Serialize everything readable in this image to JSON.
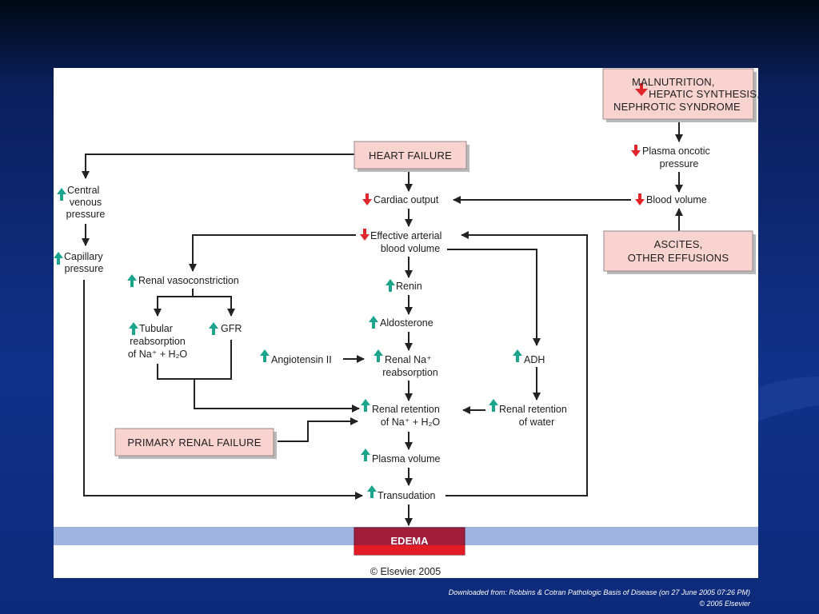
{
  "boxes": {
    "malnutrition_1": "MALNUTRITION,",
    "malnutrition_2": "HEPATIC SYNTHESIS,",
    "malnutrition_3": "NEPHROTIC SYNDROME",
    "heart_failure": "HEART FAILURE",
    "ascites_1": "ASCITES,",
    "ascites_2": "OTHER EFFUSIONS",
    "primary_renal": "PRIMARY RENAL FAILURE",
    "edema": "EDEMA"
  },
  "nodes": {
    "central_1": "Central",
    "central_2": "venous",
    "central_3": "pressure",
    "capillary_1": "Capillary",
    "capillary_2": "pressure",
    "cardiac_output": "Cardiac output",
    "plasma_oncotic_1": "Plasma oncotic",
    "plasma_oncotic_2": "pressure",
    "blood_volume": "Blood volume",
    "effective_1": "Effective arterial",
    "effective_2": "blood volume",
    "renal_vaso": "Renal vasoconstriction",
    "renin": "Renin",
    "aldosterone": "Aldosterone",
    "tubular_1": "Tubular",
    "tubular_2": "reabsorption",
    "tubular_3": "of Na⁺ + H₂O",
    "gfr": "GFR",
    "angiotensin": "Angiotensin II",
    "renal_na_1": "Renal Na⁺",
    "renal_na_2": "reabsorption",
    "adh": "ADH",
    "renal_ret_1": "Renal retention",
    "renal_ret_2": "of Na⁺ + H₂O",
    "renal_water_1": "Renal retention",
    "renal_water_2": "of water",
    "plasma_volume": "Plasma volume",
    "transudation": "Transudation"
  },
  "copyright": "© Elsevier 2005",
  "footer": {
    "source": "Downloaded from: Robbins & Cotran Pathologic Basis of Disease (on 27 June 2005 07:26 PM)",
    "copy": "© 2005 Elsevier"
  },
  "colors": {
    "increase_arrow": "#1aa58c",
    "decrease_arrow": "#e0262b",
    "box_fill": "#f9d3d0",
    "edema_fill": "#a01e3c",
    "band": "#9fb3e0"
  }
}
